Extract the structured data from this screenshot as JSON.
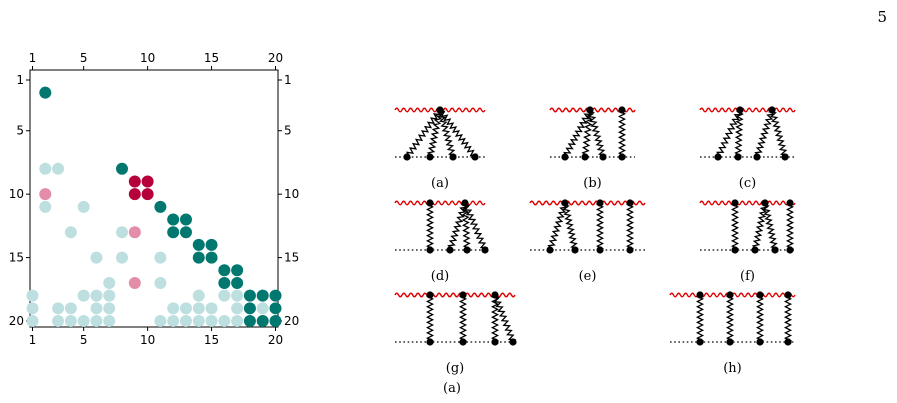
{
  "page_number": "5",
  "chart_data": {
    "type": "scatter",
    "title": "",
    "xlabel": "",
    "ylabel": "",
    "xlim": [
      1,
      20
    ],
    "ylim": [
      1,
      20
    ],
    "y_inverted": true,
    "x_ticks": [
      1,
      5,
      10,
      15,
      20
    ],
    "y_ticks": [
      1,
      5,
      10,
      15,
      20
    ],
    "tick_labels_on": [
      "top",
      "bottom",
      "left",
      "right"
    ],
    "grid": false,
    "legend": "none",
    "colors": {
      "dark_teal": "#00776f",
      "light_teal": "#bddfdf",
      "crimson": "#b5003b",
      "pink": "#e38da8"
    },
    "series": [
      {
        "color_key": "dark_teal",
        "points": [
          [
            2,
            2
          ],
          [
            8,
            8
          ],
          [
            11,
            11
          ],
          [
            12,
            12
          ],
          [
            13,
            12
          ],
          [
            12,
            13
          ],
          [
            13,
            13
          ],
          [
            14,
            14
          ],
          [
            15,
            14
          ],
          [
            14,
            15
          ],
          [
            15,
            15
          ],
          [
            16,
            16
          ],
          [
            17,
            16
          ],
          [
            16,
            17
          ],
          [
            17,
            17
          ],
          [
            18,
            18
          ],
          [
            19,
            18
          ],
          [
            20,
            18
          ],
          [
            18,
            19
          ],
          [
            20,
            19
          ],
          [
            18,
            20
          ],
          [
            19,
            20
          ],
          [
            20,
            20
          ]
        ]
      },
      {
        "color_key": "crimson",
        "points": [
          [
            9,
            9
          ],
          [
            10,
            9
          ],
          [
            9,
            10
          ],
          [
            10,
            10
          ]
        ]
      },
      {
        "color_key": "pink",
        "points": [
          [
            2,
            10
          ],
          [
            9,
            13
          ],
          [
            9,
            17
          ]
        ]
      },
      {
        "color_key": "light_teal",
        "points": [
          [
            2,
            8
          ],
          [
            3,
            8
          ],
          [
            2,
            11
          ],
          [
            5,
            11
          ],
          [
            4,
            13
          ],
          [
            8,
            13
          ],
          [
            6,
            15
          ],
          [
            8,
            15
          ],
          [
            11,
            15
          ],
          [
            7,
            17
          ],
          [
            11,
            17
          ],
          [
            1,
            18
          ],
          [
            5,
            18
          ],
          [
            6,
            18
          ],
          [
            7,
            18
          ],
          [
            14,
            18
          ],
          [
            16,
            18
          ],
          [
            17,
            18
          ],
          [
            1,
            19
          ],
          [
            3,
            19
          ],
          [
            4,
            19
          ],
          [
            6,
            19
          ],
          [
            7,
            19
          ],
          [
            12,
            19
          ],
          [
            13,
            19
          ],
          [
            14,
            19
          ],
          [
            15,
            19
          ],
          [
            17,
            19
          ],
          [
            19,
            19
          ],
          [
            1,
            20
          ],
          [
            3,
            20
          ],
          [
            4,
            20
          ],
          [
            5,
            20
          ],
          [
            6,
            20
          ],
          [
            7,
            20
          ],
          [
            11,
            20
          ],
          [
            12,
            20
          ],
          [
            13,
            20
          ],
          [
            14,
            20
          ],
          [
            15,
            20
          ],
          [
            16,
            20
          ],
          [
            17,
            20
          ]
        ]
      }
    ]
  },
  "diagrams": {
    "photon_color": "#e00000",
    "items": [
      {
        "label": "(a)"
      },
      {
        "label": "(b)"
      },
      {
        "label": "(c)"
      },
      {
        "label": "(d)"
      },
      {
        "label": "(e)"
      },
      {
        "label": "(f)"
      },
      {
        "label": "(g)"
      },
      {
        "label": "(h)"
      }
    ]
  },
  "figure_caption": "(a)"
}
